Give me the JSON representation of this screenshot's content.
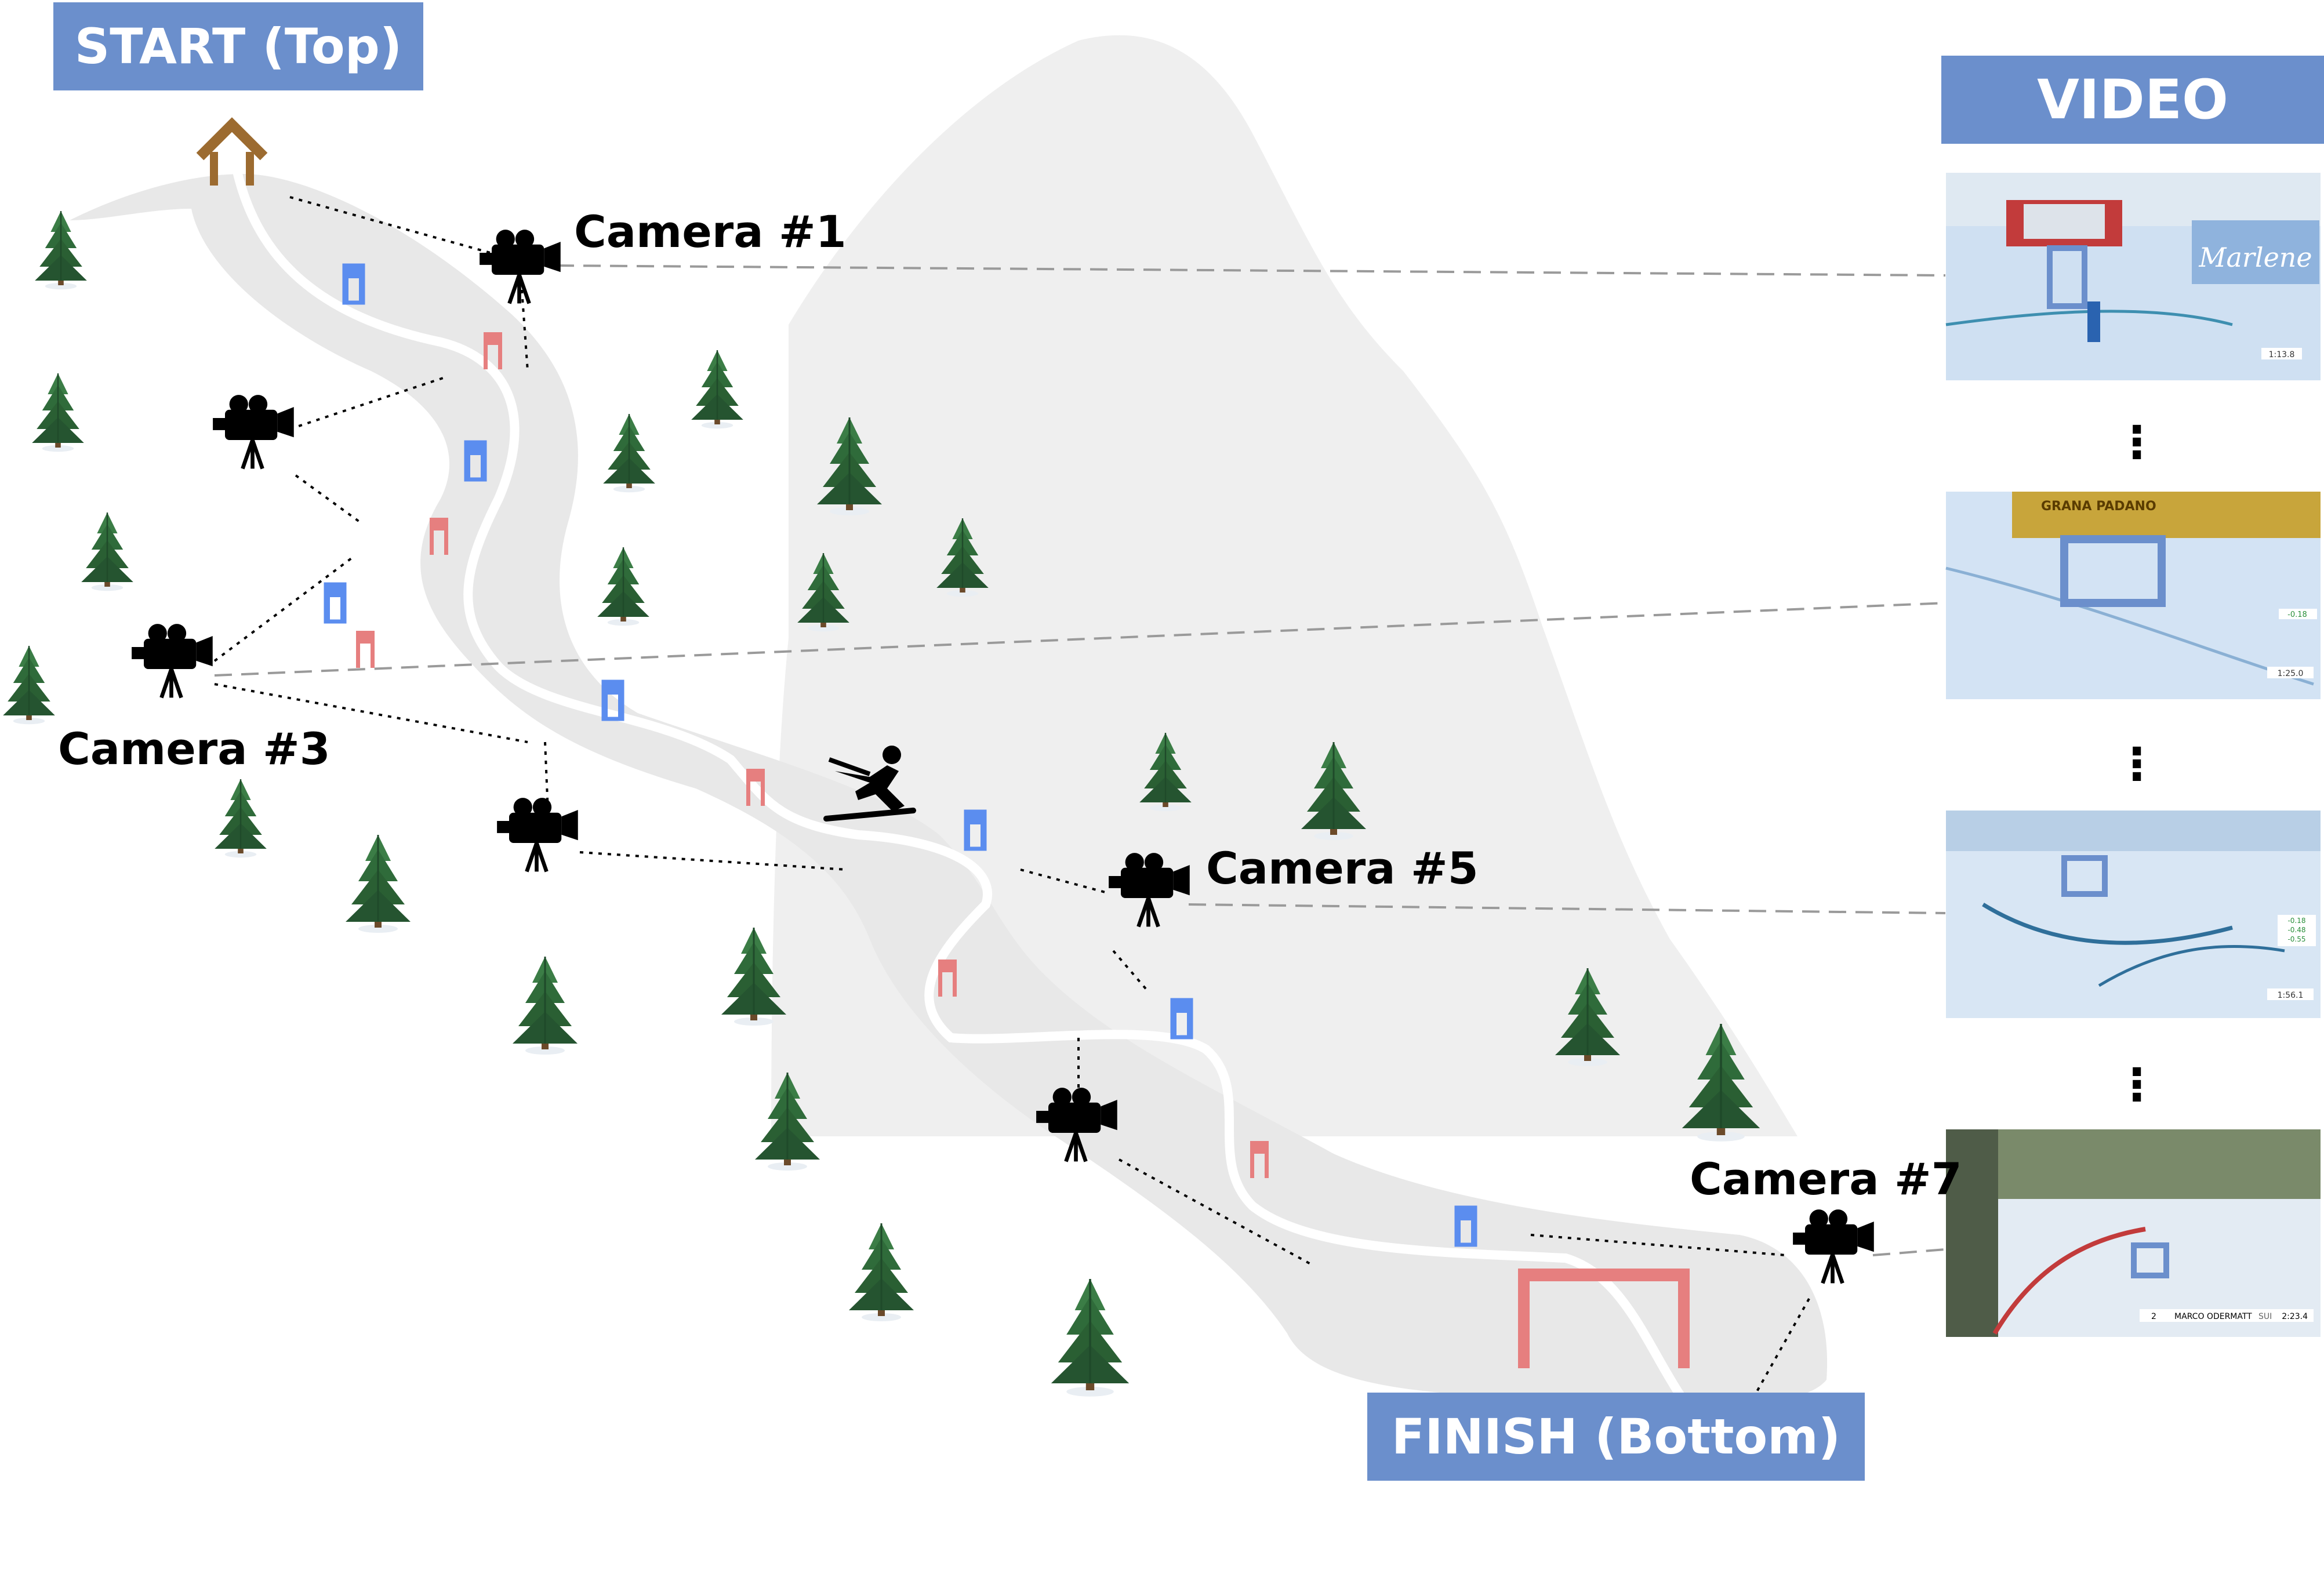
{
  "labels": {
    "start": "START (Top)",
    "finish": "FINISH (Bottom)",
    "video": "VIDEO"
  },
  "cameras": [
    {
      "id": 1,
      "label": "Camera #1"
    },
    {
      "id": 2,
      "label": ""
    },
    {
      "id": 3,
      "label": "Camera #3"
    },
    {
      "id": 4,
      "label": ""
    },
    {
      "id": 5,
      "label": "Camera #5"
    },
    {
      "id": 6,
      "label": ""
    },
    {
      "id": 7,
      "label": "Camera #7"
    }
  ],
  "video_frames": [
    {
      "banner": "Marlene",
      "timer": "1:13.8"
    },
    {
      "banner": "GRANA PADANO",
      "timer": "1:25.0",
      "split": "-0.18"
    },
    {
      "timer": "1:56.1",
      "splits": [
        "-0.18",
        "-0.48",
        "-0.55"
      ]
    },
    {
      "rank": "2",
      "athlete": "MARCO ODERMATT",
      "nation": "SUI",
      "timer": "2:23.4"
    }
  ],
  "colors": {
    "label_box": "#6b8fcc",
    "mountain": "#efefef",
    "gate_blue": "#5b8def",
    "gate_red": "#e67f7f",
    "finish_arch": "#e67f7f",
    "start_hut": "#9c6b30",
    "tree": "#2f6b3a",
    "snow_frame": "#cfe0f2"
  },
  "icons": [
    "start-hut-icon",
    "camera-icon",
    "skier-icon",
    "tree-icon",
    "gate-icon",
    "finish-arch-icon"
  ]
}
